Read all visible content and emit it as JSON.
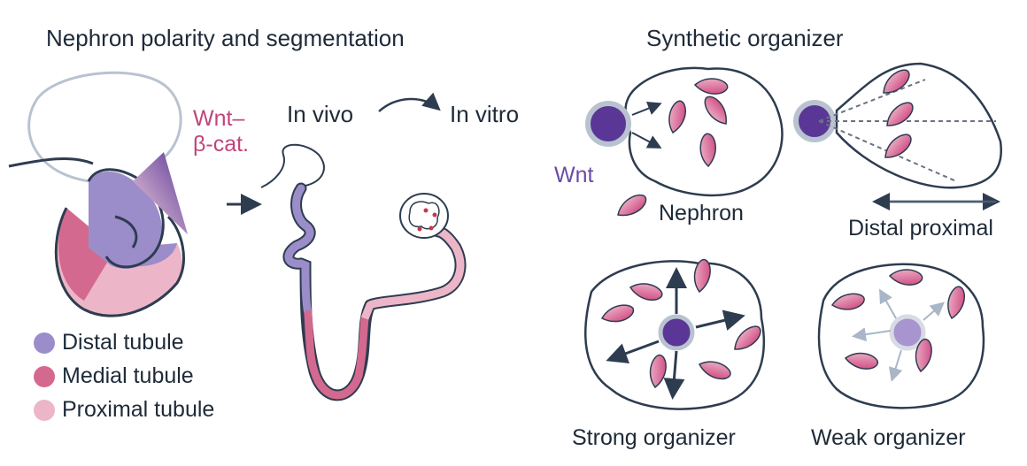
{
  "left_panel": {
    "title": "Nephron polarity and segmentation",
    "signal_label_line1": "Wnt–",
    "signal_label_line2": "β-cat.",
    "in_vivo": "In vivo",
    "in_vitro": "In vitro",
    "legend": [
      {
        "label": "Distal tubule",
        "color": "#9b8dc9"
      },
      {
        "label": "Medial tubule",
        "color": "#d4698f"
      },
      {
        "label": "Proximal tubule",
        "color": "#ecb6c8"
      }
    ]
  },
  "right_panel": {
    "title": "Synthetic organizer",
    "wnt_label": "Wnt",
    "nephron_label": "Nephron",
    "axis_label": "Distal proximal",
    "strong_label": "Strong organizer",
    "weak_label": "Weak organizer"
  },
  "colors": {
    "outline": "#2e3c50",
    "distal": "#9b8dc9",
    "medial": "#d4698f",
    "proximal": "#ecb6c8",
    "wnt_dark": "#5a3796",
    "wnt_light": "#a894cf",
    "signal_text": "#c2447a",
    "arrow_light": "#a9b6c8"
  }
}
